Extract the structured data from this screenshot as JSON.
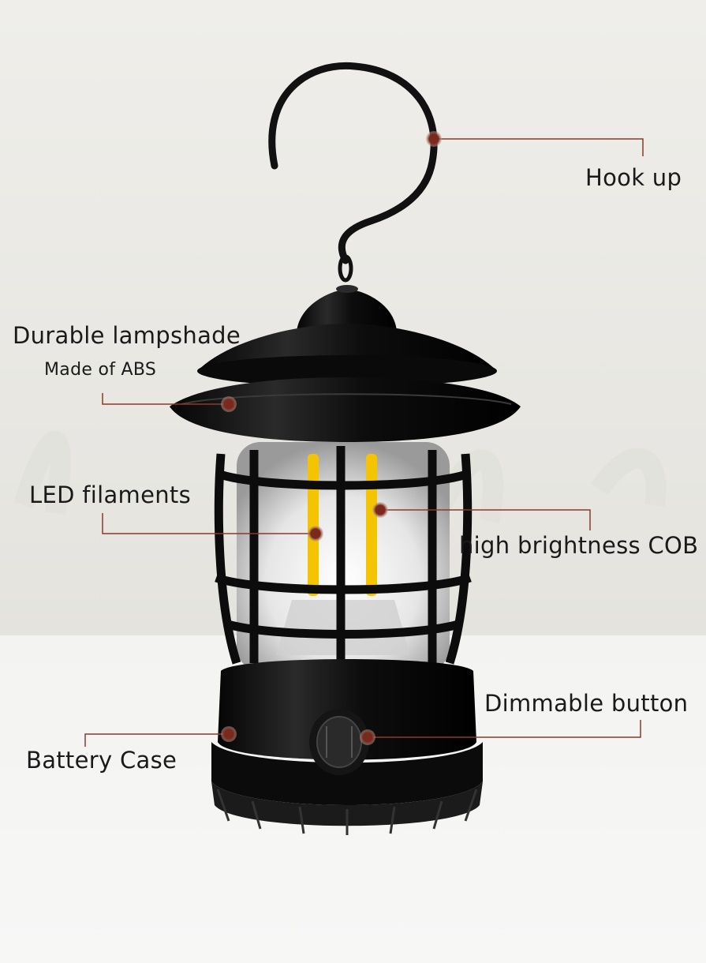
{
  "callouts": {
    "hook": "Hook up",
    "lampshade": "Durable lampshade",
    "lampshade_material": "Made of ABS",
    "led": "LED filaments",
    "cob": "high brightness COB",
    "dimmer": "Dimmable button",
    "battery": "Battery Case"
  },
  "colors": {
    "background_wall": "#ecebe6",
    "background_floor": "#f4f4f2",
    "lantern_body": "#111111",
    "filament": "#f5c400",
    "callout_dot": "#7a2a1c",
    "callout_line": "#8a3a2a"
  }
}
